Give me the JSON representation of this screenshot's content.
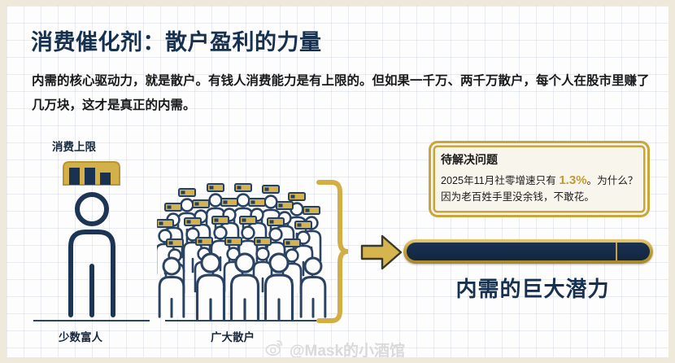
{
  "title": "消费催化剂：散户盈利的力量",
  "subtitle": "内需的核心驱动力，就是散户。有钱人消费能力是有上限的。但如果一千万、两千万散户，每个人在股市里赚了几万块，这才是真正的内需。",
  "left_section": {
    "ceiling_label": "消费上限",
    "group_label": "少数富人"
  },
  "crowd_section": {
    "group_label": "广大散户",
    "person_count": 31
  },
  "callout": {
    "title": "待解决问题",
    "body_before": "2025年11月社零增速只有 ",
    "highlight": "1.3%",
    "body_after": "。为什么？因为老百姓手里没余钱，不敢花。"
  },
  "result": {
    "bar_fill_percent": 86,
    "caption": "内需的巨大潜力"
  },
  "watermark": {
    "icon": "weibo-icon",
    "text": "@Mask的小酒馆"
  },
  "colors": {
    "navy": "#16304f",
    "gold": "#c9a63c",
    "highlight_gold": "#c49a2e",
    "frame_cream": "#efe9dc",
    "callout_bg": "#f8f5ec"
  }
}
